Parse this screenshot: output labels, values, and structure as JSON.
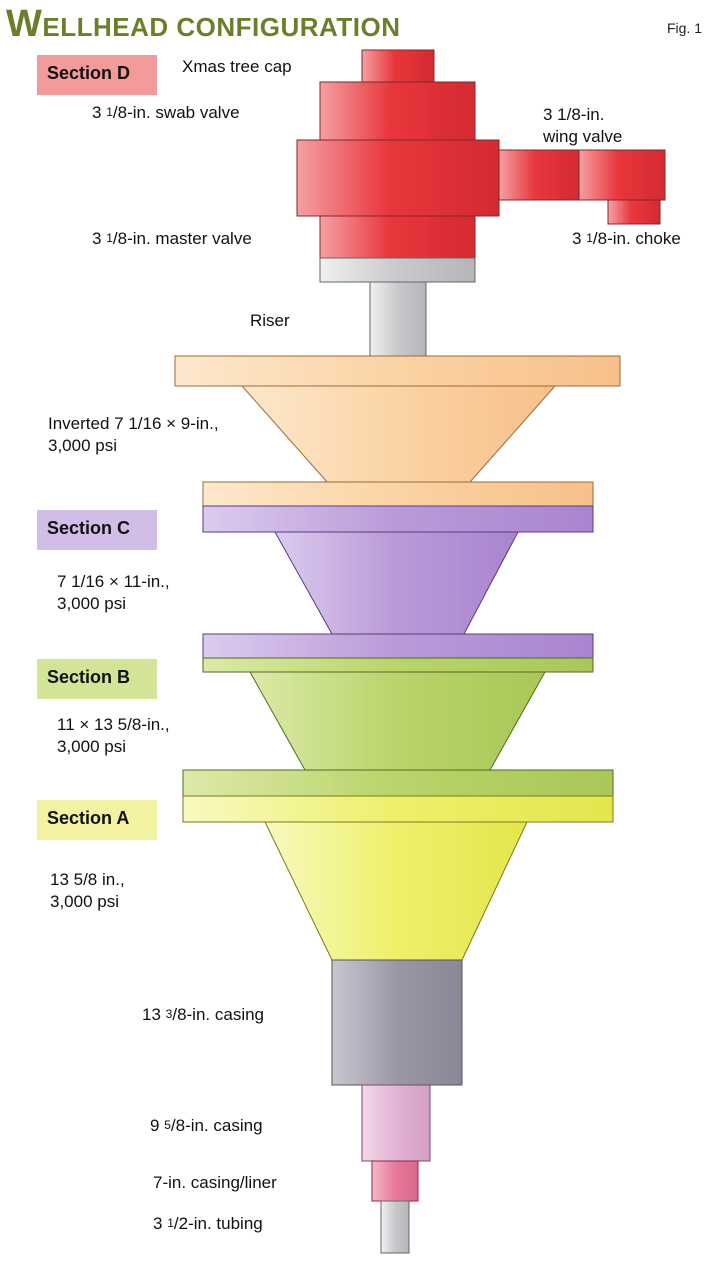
{
  "title": {
    "first_letter": "W",
    "rest": "ellhead configuration"
  },
  "fig_label": "Fig. 1",
  "sections": {
    "d": {
      "label": "Section D",
      "color": "#f39a9a"
    },
    "c": {
      "label": "Section C",
      "color": "#d2bde8"
    },
    "b": {
      "label": "Section B",
      "color": "#d2e596"
    },
    "a": {
      "label": "Section A",
      "color": "#f2f2a0"
    }
  },
  "labels": {
    "xmas_tree_cap": "Xmas tree cap",
    "swab_valve": "swab valve",
    "wing_valve_line1": "3 1/8-in.",
    "wing_valve_line2": "wing valve",
    "master_valve": "master valve",
    "choke": "choke",
    "riser": "Riser",
    "inverted_line1": "Inverted 7 1/16 × 9-in.,",
    "inverted_line2": "3,000 psi",
    "sec_c_line1": "7 1/16 × 11-in.,",
    "sec_c_line2": "3,000 psi",
    "sec_b_line1": "11 × 13 5/8-in.,",
    "sec_b_line2": "3,000 psi",
    "sec_a_line1": "13 5/8 in.,",
    "sec_a_line2": "3,000 psi",
    "casing_13": "casing",
    "casing_9": "casing",
    "casing_7": "7-in. casing/liner",
    "tubing": "tubing"
  },
  "sizes": {
    "three_1_8": {
      "whole": "3",
      "num": "1",
      "den": "/8-in."
    },
    "three_1_2": {
      "whole": "3",
      "num": "1",
      "den": "/2-in."
    },
    "thirteen_3_8": {
      "whole": "13",
      "num": "3",
      "den": "/8-in."
    },
    "nine_5_8": {
      "whole": "9",
      "num": "5",
      "den": "/8-in."
    }
  },
  "colors": {
    "valve_red": "#e8373d",
    "riser_gray": "#c9c9cc",
    "orange": "#fbd3a4",
    "purple": "#b99ad8",
    "green": "#b9d46a",
    "yellow": "#eef06a",
    "casing_gray": "#9a98a6",
    "casing_pink": "#e3b3d3",
    "liner_pink": "#e87a9a",
    "title_olive": "#6b7f2a"
  }
}
